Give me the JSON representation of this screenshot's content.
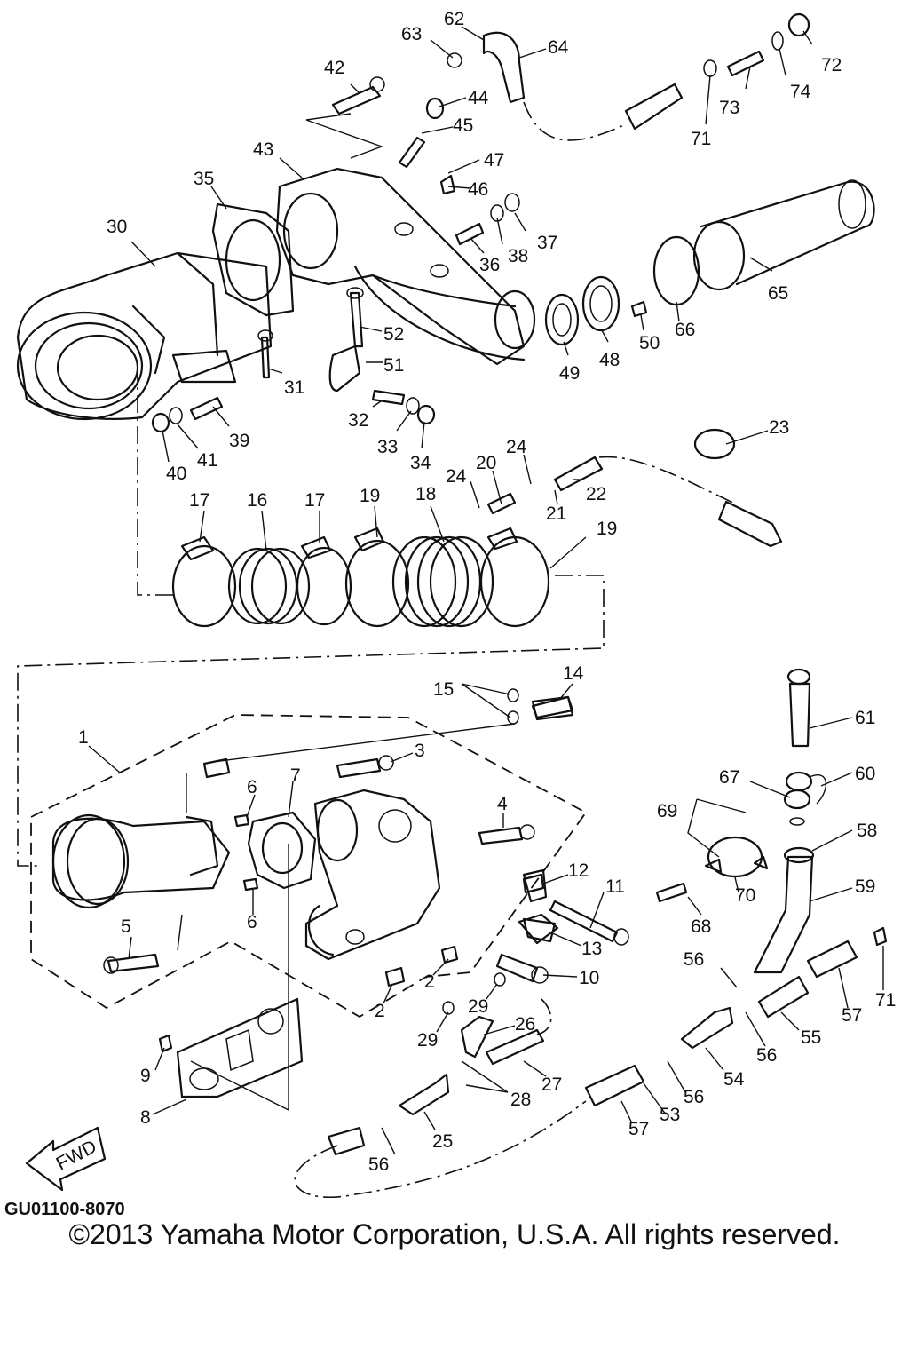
{
  "ref_code": "GU01100-8070",
  "copyright": "©2013 Yamaha Motor Corporation, U.S.A. All rights reserved.",
  "fwd_label": "FWD",
  "callouts": [
    {
      "id": "c62",
      "text": "62"
    },
    {
      "id": "c63",
      "text": "63"
    },
    {
      "id": "c64",
      "text": "64"
    },
    {
      "id": "c72",
      "text": "72"
    },
    {
      "id": "c74",
      "text": "74"
    },
    {
      "id": "c73",
      "text": "73"
    },
    {
      "id": "c71a",
      "text": "71"
    },
    {
      "id": "c42",
      "text": "42"
    },
    {
      "id": "c44",
      "text": "44"
    },
    {
      "id": "c45",
      "text": "45"
    },
    {
      "id": "c43",
      "text": "43"
    },
    {
      "id": "c47",
      "text": "47"
    },
    {
      "id": "c46",
      "text": "46"
    },
    {
      "id": "c35",
      "text": "35"
    },
    {
      "id": "c30",
      "text": "30"
    },
    {
      "id": "c37",
      "text": "37"
    },
    {
      "id": "c38",
      "text": "38"
    },
    {
      "id": "c36",
      "text": "36"
    },
    {
      "id": "c65",
      "text": "65"
    },
    {
      "id": "c52",
      "text": "52"
    },
    {
      "id": "c50",
      "text": "50"
    },
    {
      "id": "c66",
      "text": "66"
    },
    {
      "id": "c51",
      "text": "51"
    },
    {
      "id": "c48",
      "text": "48"
    },
    {
      "id": "c49",
      "text": "49"
    },
    {
      "id": "c31",
      "text": "31"
    },
    {
      "id": "c32",
      "text": "32"
    },
    {
      "id": "c39",
      "text": "39"
    },
    {
      "id": "c33",
      "text": "33"
    },
    {
      "id": "c34",
      "text": "34"
    },
    {
      "id": "c23",
      "text": "23"
    },
    {
      "id": "c41",
      "text": "41"
    },
    {
      "id": "c40",
      "text": "40"
    },
    {
      "id": "c24a",
      "text": "24"
    },
    {
      "id": "c20",
      "text": "20"
    },
    {
      "id": "c24b",
      "text": "24"
    },
    {
      "id": "c22",
      "text": "22"
    },
    {
      "id": "c21",
      "text": "21"
    },
    {
      "id": "c17a",
      "text": "17"
    },
    {
      "id": "c16",
      "text": "16"
    },
    {
      "id": "c17b",
      "text": "17"
    },
    {
      "id": "c19a",
      "text": "19"
    },
    {
      "id": "c18",
      "text": "18"
    },
    {
      "id": "c19b",
      "text": "19"
    },
    {
      "id": "c14",
      "text": "14"
    },
    {
      "id": "c15",
      "text": "15"
    },
    {
      "id": "c61",
      "text": "61"
    },
    {
      "id": "c1",
      "text": "1"
    },
    {
      "id": "c3",
      "text": "3"
    },
    {
      "id": "c67",
      "text": "67"
    },
    {
      "id": "c60",
      "text": "60"
    },
    {
      "id": "c6a",
      "text": "6"
    },
    {
      "id": "c7",
      "text": "7"
    },
    {
      "id": "c4",
      "text": "4"
    },
    {
      "id": "c69",
      "text": "69"
    },
    {
      "id": "c58",
      "text": "58"
    },
    {
      "id": "c12",
      "text": "12"
    },
    {
      "id": "c11",
      "text": "11"
    },
    {
      "id": "c59",
      "text": "59"
    },
    {
      "id": "c70",
      "text": "70"
    },
    {
      "id": "c6b",
      "text": "6"
    },
    {
      "id": "c5",
      "text": "5"
    },
    {
      "id": "c68",
      "text": "68"
    },
    {
      "id": "c13",
      "text": "13"
    },
    {
      "id": "c56a",
      "text": "56"
    },
    {
      "id": "c71b",
      "text": "71"
    },
    {
      "id": "c10",
      "text": "10"
    },
    {
      "id": "c2a",
      "text": "2"
    },
    {
      "id": "c29a",
      "text": "29"
    },
    {
      "id": "c2b",
      "text": "2"
    },
    {
      "id": "c57a",
      "text": "57"
    },
    {
      "id": "c55",
      "text": "55"
    },
    {
      "id": "c26",
      "text": "26"
    },
    {
      "id": "c56b",
      "text": "56"
    },
    {
      "id": "c29b",
      "text": "29"
    },
    {
      "id": "c9",
      "text": "9"
    },
    {
      "id": "c54",
      "text": "54"
    },
    {
      "id": "c27",
      "text": "27"
    },
    {
      "id": "c28",
      "text": "28"
    },
    {
      "id": "c56c",
      "text": "56"
    },
    {
      "id": "c8",
      "text": "8"
    },
    {
      "id": "c57b",
      "text": "57"
    },
    {
      "id": "c53",
      "text": "53"
    },
    {
      "id": "c25",
      "text": "25"
    },
    {
      "id": "c56d",
      "text": "56"
    }
  ]
}
